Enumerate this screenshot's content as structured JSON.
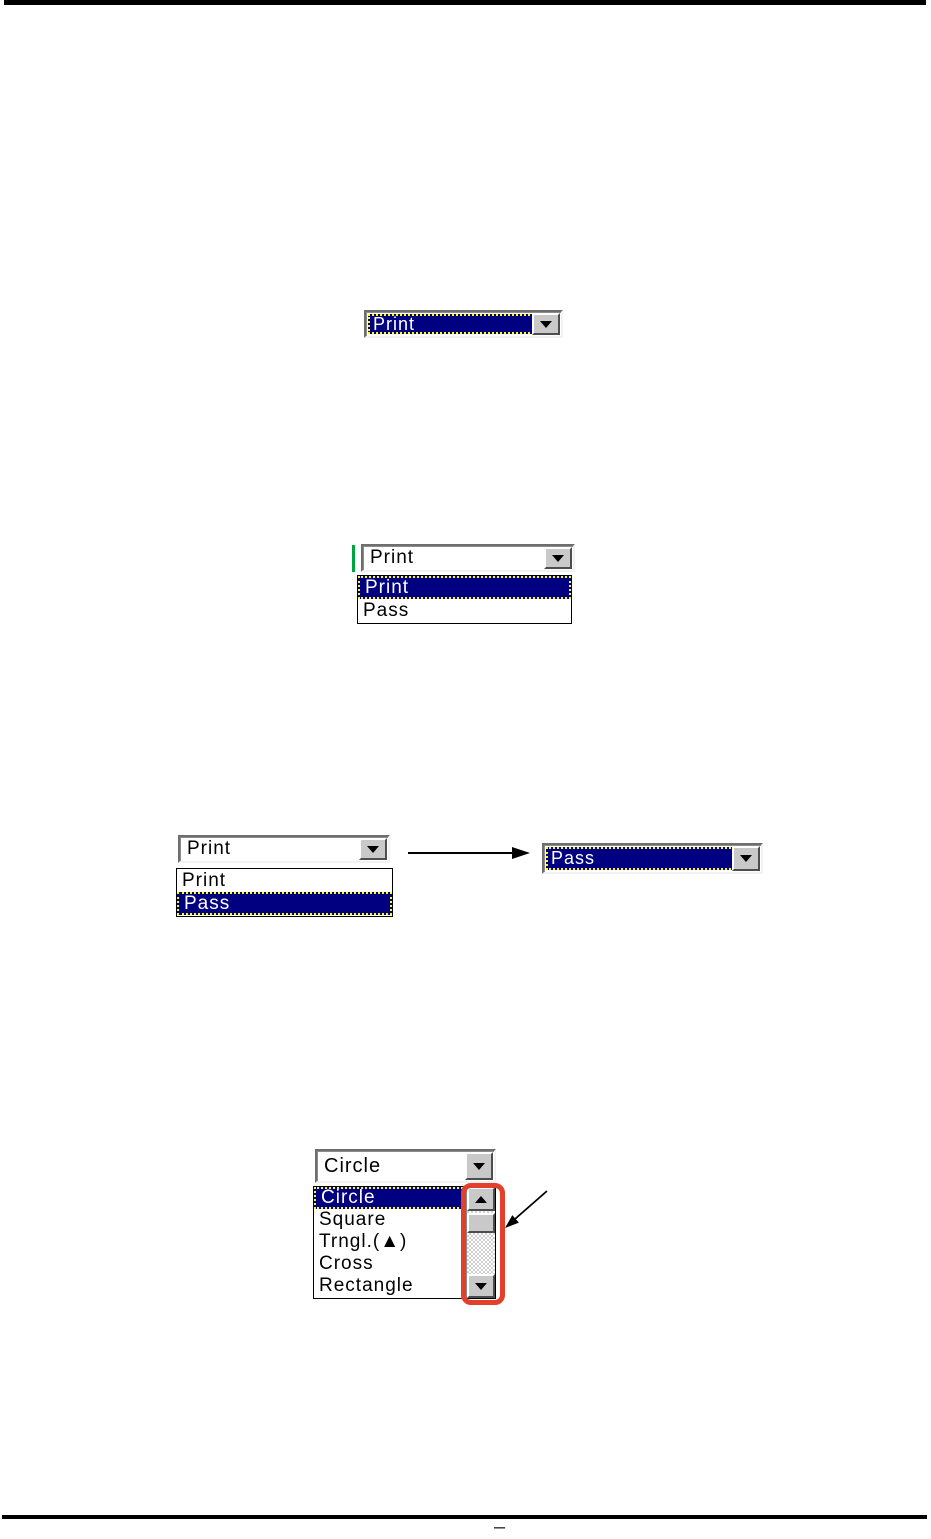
{
  "page": {
    "footer_dash": "–"
  },
  "colors": {
    "selection_highlight": "#000080",
    "focus_dotted_border": "#ffff00",
    "button_face": "#c9c9c9",
    "scrollbar_highlight_outline": "#e2402a",
    "field_marker_green": "#00a43c",
    "rule_black": "#000000"
  },
  "combo_print_selected": {
    "value": "Print"
  },
  "combo_print_open": {
    "value": "Print",
    "selected_index": 0,
    "options": [
      {
        "label": "Print"
      },
      {
        "label": "Pass"
      }
    ]
  },
  "combo_pass_open": {
    "value": "Print",
    "selected_index": 1,
    "options": [
      {
        "label": "Print"
      },
      {
        "label": "Pass"
      }
    ]
  },
  "combo_pass_selected": {
    "value": "Pass"
  },
  "combo_shape_open": {
    "value": "Circle",
    "selected_index": 0,
    "options": [
      {
        "label": "Circle"
      },
      {
        "label": "Square"
      },
      {
        "label": "Trngl.(▲)"
      },
      {
        "label": "Cross"
      },
      {
        "label": "Rectangle"
      }
    ]
  }
}
